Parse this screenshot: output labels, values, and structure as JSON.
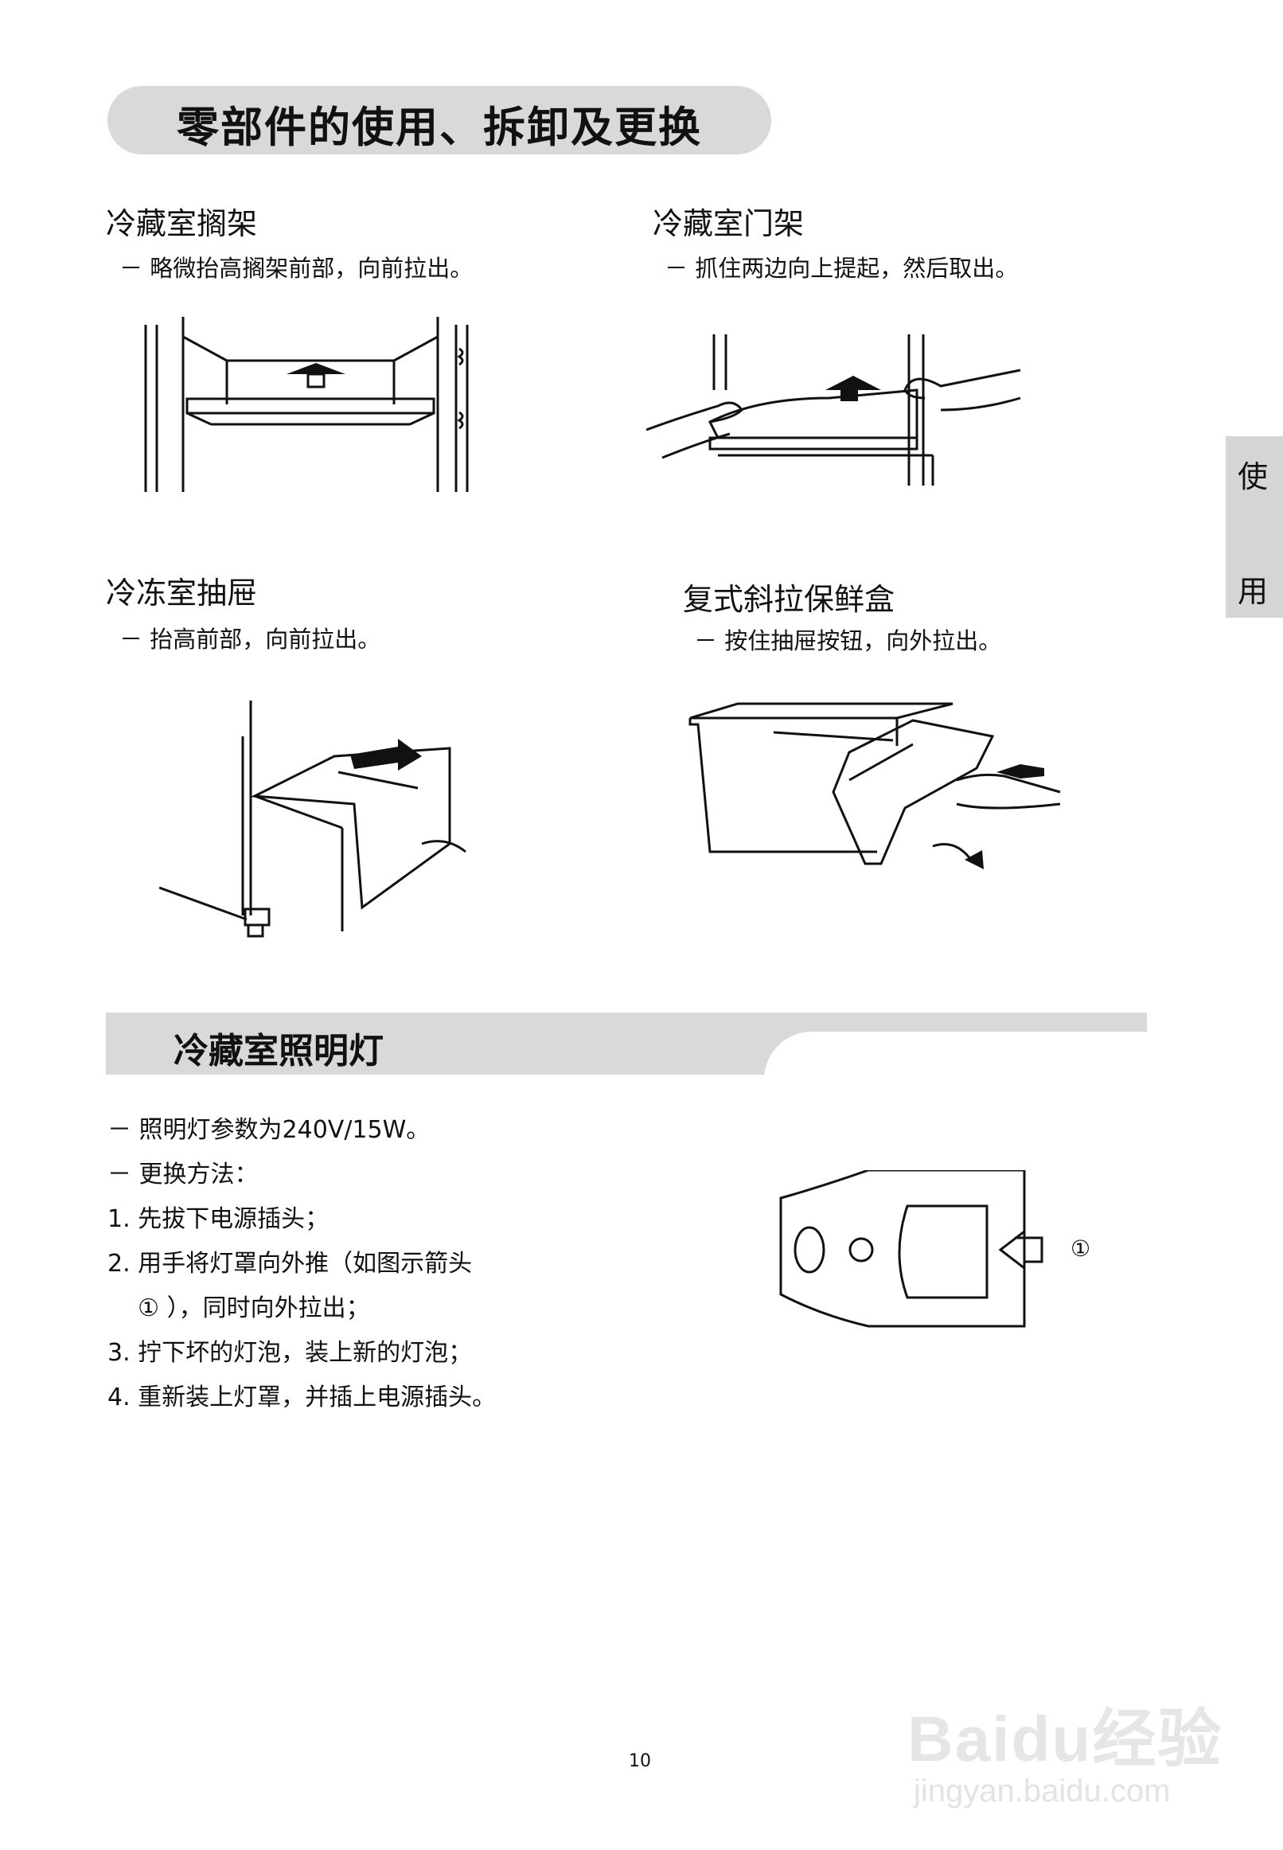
{
  "title": "零部件的使用、拆卸及更换",
  "side_tab": {
    "char1": "使",
    "char2": "用"
  },
  "items": [
    {
      "heading": "冷藏室搁架",
      "desc": "－ 略微抬高搁架前部，向前拉出。"
    },
    {
      "heading": "冷藏室门架",
      "desc": "－ 抓住两边向上提起，然后取出。"
    },
    {
      "heading": "冷冻室抽屉",
      "desc": "－ 抬高前部，向前拉出。"
    },
    {
      "heading": "复式斜拉保鲜盒",
      "desc": "－ 按住抽屉按钮，向外拉出。"
    }
  ],
  "section2": {
    "title": "冷藏室照明灯",
    "lines": [
      "－ 照明灯参数为240V/15W。",
      "－ 更换方法：",
      "1.  先拔下电源插头；",
      "2.  用手将灯罩向外推（如图示箭头",
      "    ① ），同时向外拉出；",
      "3.  拧下坏的灯泡，装上新的灯泡；",
      "4.  重新装上灯罩，并插上电源插头。"
    ],
    "figure_label": "①"
  },
  "page_number": "10",
  "watermark": {
    "main": "Baidu经验",
    "url": "jingyan.baidu.com"
  }
}
